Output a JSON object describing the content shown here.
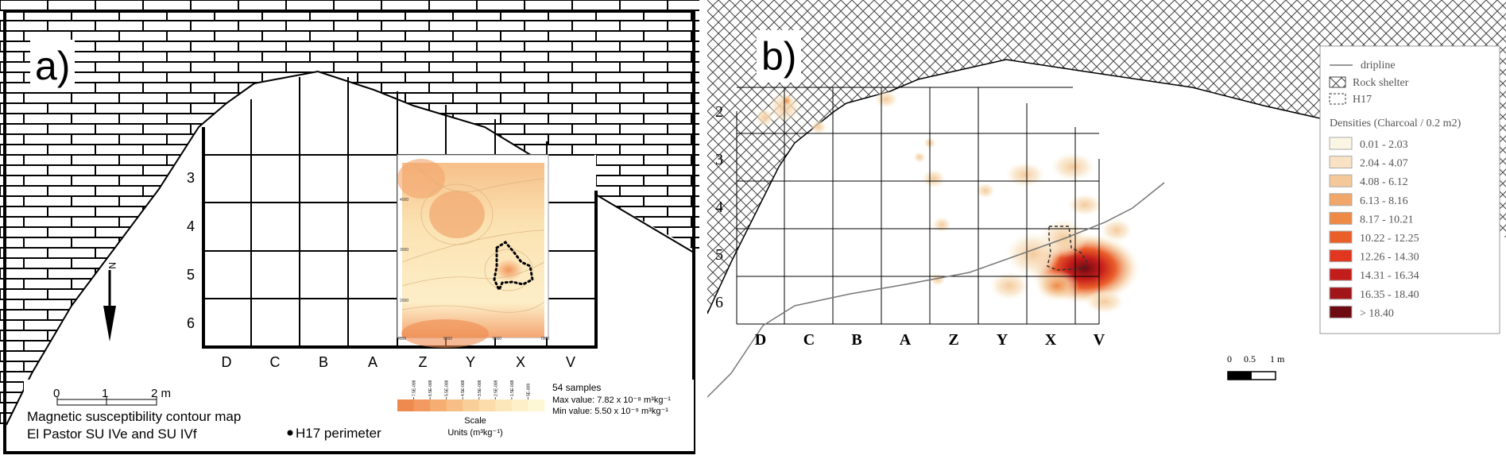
{
  "panel_a": {
    "label": "a)",
    "rows": [
      "3",
      "4",
      "5",
      "6"
    ],
    "columns": [
      "D",
      "C",
      "B",
      "A",
      "Z",
      "Y",
      "X",
      "V"
    ],
    "north_label": "N",
    "scale_bar": {
      "ticks": [
        "0",
        "1",
        "2 m"
      ]
    },
    "title_line1": "Magnetic susceptibility contour map",
    "title_line2": "El Pastor SU IVe and SU IVf",
    "perimeter_legend": "H17 perimeter",
    "inset": {
      "y_ticks": [
        "4000",
        "3000",
        "2000",
        "4000"
      ],
      "x_ticks": [
        "5000",
        "6000",
        "7000"
      ]
    },
    "colorbar": {
      "tick_labels": [
        "7.5E-008",
        "6.5E-008",
        "5.5E-008",
        "4.5E-008",
        "3.5E-008",
        "2.5E-008",
        "1.5E-008",
        "5E-009"
      ],
      "scale_label": "Scale",
      "units_label": "Units (m³kg⁻¹)",
      "colors": [
        "#ef8a4f",
        "#f29a5f",
        "#f5ad72",
        "#f7bf86",
        "#f9cf99",
        "#fbdcaa",
        "#fce7bb",
        "#fdf0c9",
        "#fef7d6"
      ]
    },
    "stats": {
      "samples": "54 samples",
      "max": "Max value: 7.82 x 10⁻⁸ m³kg⁻¹",
      "min": "Min value: 5.50 x 10⁻⁹ m³kg⁻¹"
    }
  },
  "panel_b": {
    "label": "b)",
    "rows": [
      "2",
      "3",
      "4",
      "5",
      "6"
    ],
    "columns": [
      "D",
      "C",
      "B",
      "A",
      "Z",
      "Y",
      "X",
      "V"
    ],
    "scale_bar": {
      "ticks": [
        "0",
        "0.5",
        "1 m"
      ]
    },
    "legend": {
      "dripline": "dripline",
      "rock_shelter": "Rock shelter",
      "h17": "H17",
      "densities_title": "Densities (Charcoal / 0.2 m2)",
      "classes": [
        {
          "label": "0.01 - 2.03",
          "color": "#fbf6e3"
        },
        {
          "label": "2.04 - 4.07",
          "color": "#f8e2c3"
        },
        {
          "label": "4.08 - 6.12",
          "color": "#f4c99a"
        },
        {
          "label": "6.13 - 8.16",
          "color": "#f1a769"
        },
        {
          "label": "8.17 - 10.21",
          "color": "#ee8a45"
        },
        {
          "label": "10.22 - 12.25",
          "color": "#ea5e2a"
        },
        {
          "label": "12.26 - 14.30",
          "color": "#e1361f"
        },
        {
          "label": "14.31 - 16.34",
          "color": "#c31d1b"
        },
        {
          "label": "16.35 - 18.40",
          "color": "#a0141a"
        },
        {
          "label": "> 18.40",
          "color": "#6e0a12"
        }
      ]
    }
  }
}
